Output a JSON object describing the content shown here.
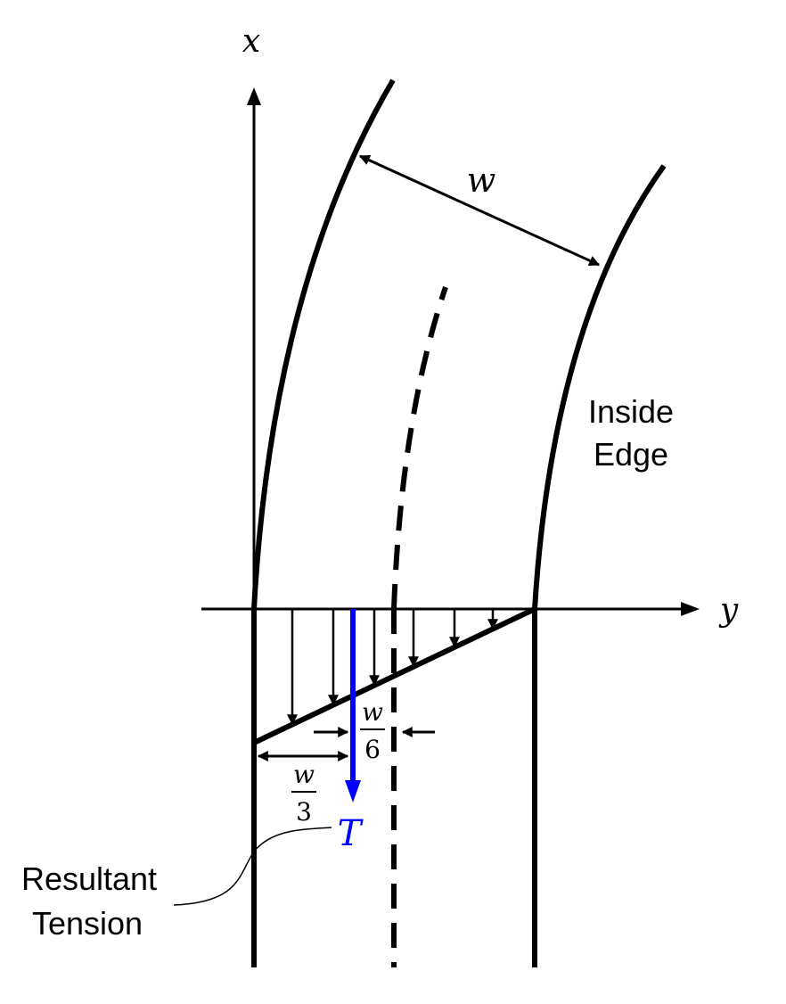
{
  "labels": {
    "x_axis": "x",
    "y_axis": "y",
    "width": "w",
    "inside_edge_line1": "Inside",
    "inside_edge_line2": "Edge",
    "frac_w6_num": "w",
    "frac_w6_den": "6",
    "frac_w3_num": "w",
    "frac_w3_den": "3",
    "resultant": "T",
    "resultant_tension_line1": "Resultant",
    "resultant_tension_line2": "Tension"
  },
  "colors": {
    "ink": "#000000",
    "resultant": "#0000ff",
    "background": "#ffffff"
  }
}
